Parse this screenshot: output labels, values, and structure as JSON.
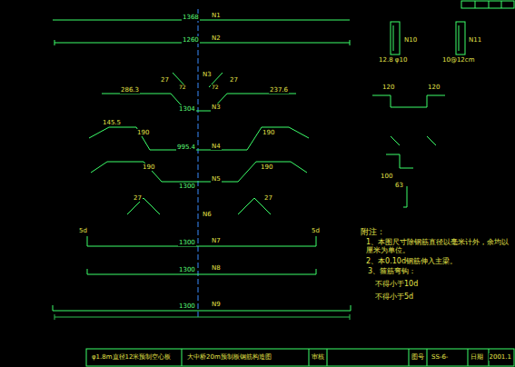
{
  "diagram": {
    "labels": [
      "1368",
      "N1",
      "1260",
      "N2",
      "27",
      "27",
      "72",
      "72",
      "N3",
      "286.3",
      "237.6",
      "1304",
      "N3",
      "145.5",
      "190",
      "190",
      "995.4",
      "N4",
      "190",
      "190",
      "N5",
      "1300",
      "27",
      "27",
      "N6",
      "5d",
      "5d",
      "1300",
      "N7",
      "1300",
      "N8",
      "1300",
      "N9",
      "N10",
      "12.8 φ10",
      "N11",
      "10@12cm",
      "120",
      "120",
      "100",
      "63",
      "附注：",
      "1、本图尺寸除钢筋直径以毫米计外，余均以厘米为单位。",
      "2、本0.10d钢筋伸入主梁。",
      "3、箍筋弯钩：",
      "不得小于10d",
      "不得小于5d",
      "φ1.8m直径12米预制空心板",
      "大中桥20m预制板钢筋构造图",
      "审核",
      "图号",
      "SS-6-",
      "日期",
      "2001.1"
    ]
  }
}
